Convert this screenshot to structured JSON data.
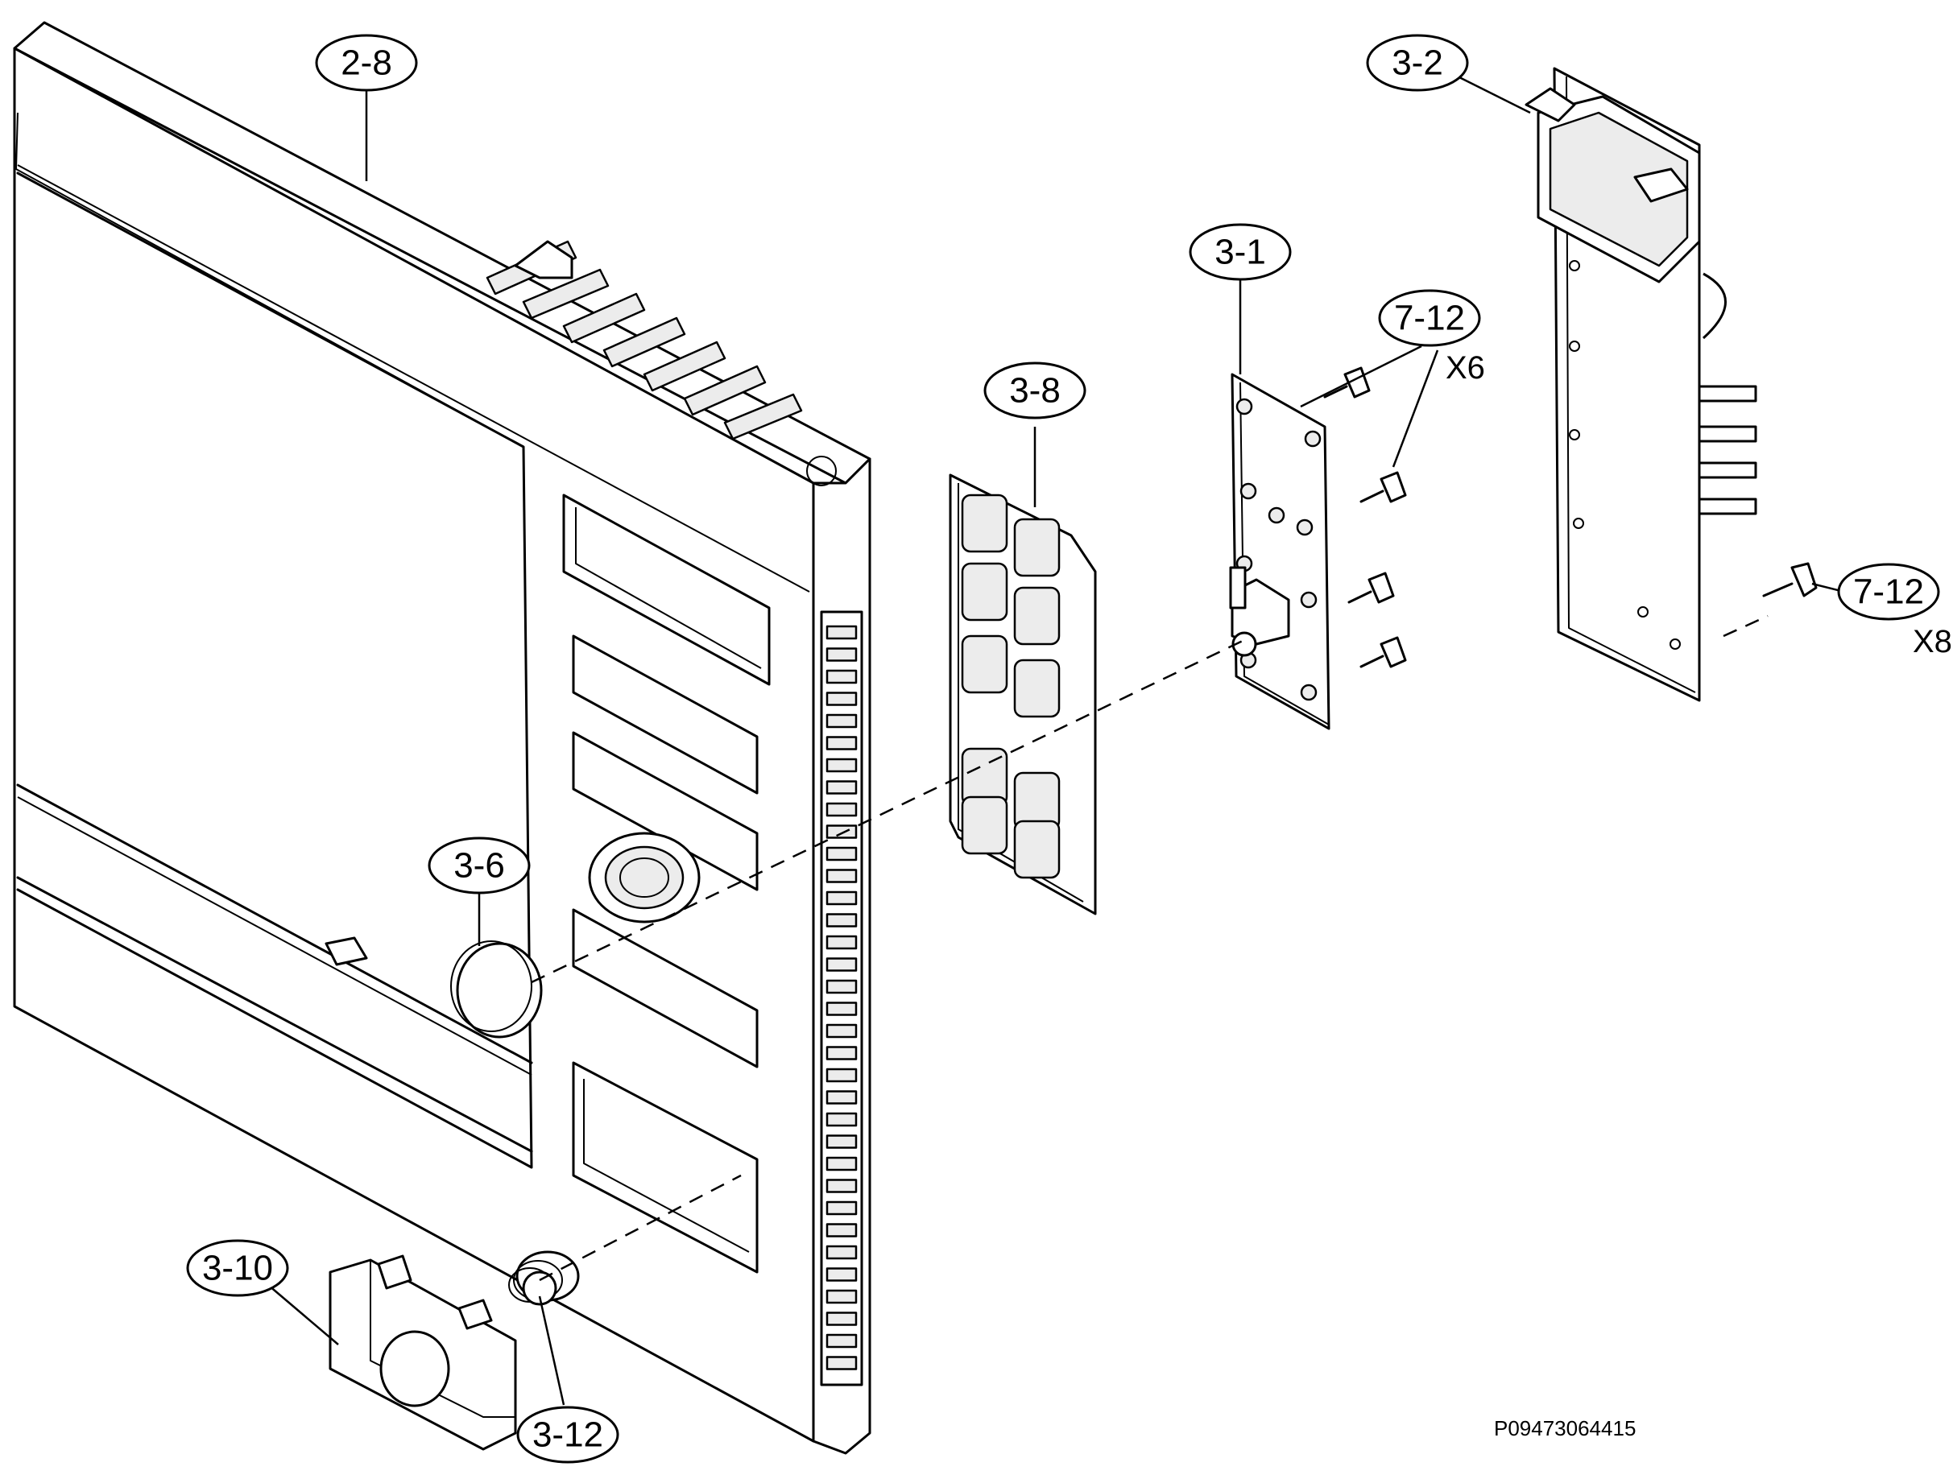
{
  "callouts": {
    "c_2_8": "2-8",
    "c_3_2": "3-2",
    "c_3_1": "3-1",
    "c_7_12_a": "7-12",
    "c_3_8": "3-8",
    "c_7_12_b": "7-12",
    "c_3_6": "3-6",
    "c_3_10": "3-10",
    "c_3_12": "3-12"
  },
  "quantities": {
    "screws_board": "X6",
    "screws_bracket": "X8"
  },
  "drawing_code": "P09473064415"
}
